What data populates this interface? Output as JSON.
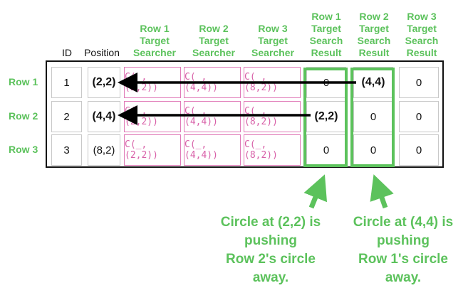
{
  "headers": {
    "id": "ID",
    "position": "Position",
    "searcher": [
      [
        "Row 1",
        "Target",
        "Searcher"
      ],
      [
        "Row 2",
        "Target",
        "Searcher"
      ],
      [
        "Row 3",
        "Target",
        "Searcher"
      ]
    ],
    "result": [
      [
        "Row 1",
        "Target",
        "Search",
        "Result"
      ],
      [
        "Row 2",
        "Target",
        "Search",
        "Result"
      ],
      [
        "Row 3",
        "Target",
        "Search",
        "Result"
      ]
    ]
  },
  "rows": [
    {
      "label": "Row 1",
      "id": "1",
      "position": "(2,2)",
      "searchers": [
        "C(_,(2,2))",
        "C(_,(4,4))",
        "C(_,(8,2))"
      ],
      "results": [
        "0",
        "(4,4)",
        "0"
      ]
    },
    {
      "label": "Row 2",
      "id": "2",
      "position": "(4,4)",
      "searchers": [
        "C(_,(2,2))",
        "C(_,(4,4))",
        "C(_,(8,2))"
      ],
      "results": [
        "(2,2)",
        "0",
        "0"
      ]
    },
    {
      "label": "Row 3",
      "id": "3",
      "position": "(8,2)",
      "searchers": [
        "C(_,(2,2))",
        "C(_,(4,4))",
        "C(_,(8,2))"
      ],
      "results": [
        "0",
        "0",
        "0"
      ]
    }
  ],
  "captions": {
    "left": [
      "Circle at (2,2) is",
      "pushing",
      "Row 2's circle",
      "away."
    ],
    "right": [
      "Circle at (4,4) is",
      "pushing",
      "Row 1's circle",
      "away."
    ]
  },
  "colors": {
    "accent_green": "#5cc25c",
    "searcher_pink": "#e07ab8",
    "arrow": "#000000"
  }
}
